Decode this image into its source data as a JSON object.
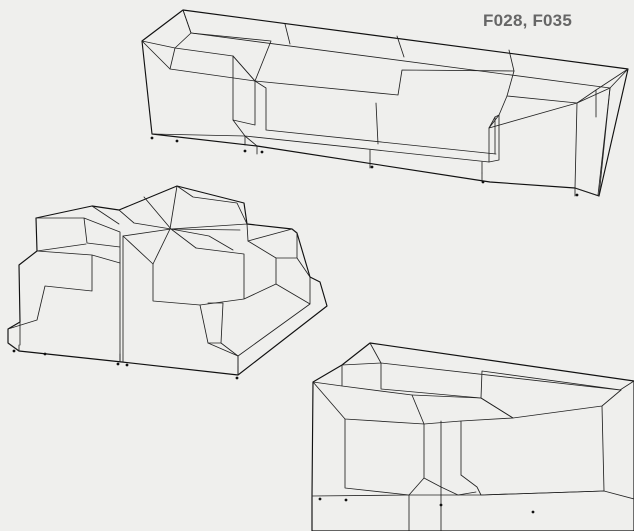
{
  "header": {
    "product_codes": "F028, F035"
  },
  "colors": {
    "background": "#efefed",
    "line": "#111111",
    "label": "#666666"
  },
  "drawing": {
    "items": [
      {
        "semantic": "four-seat-modular-sofa-drawing"
      },
      {
        "semantic": "cross-shaped-modular-sofa-drawing"
      },
      {
        "semantic": "two-seat-sofa-drawing"
      }
    ]
  }
}
